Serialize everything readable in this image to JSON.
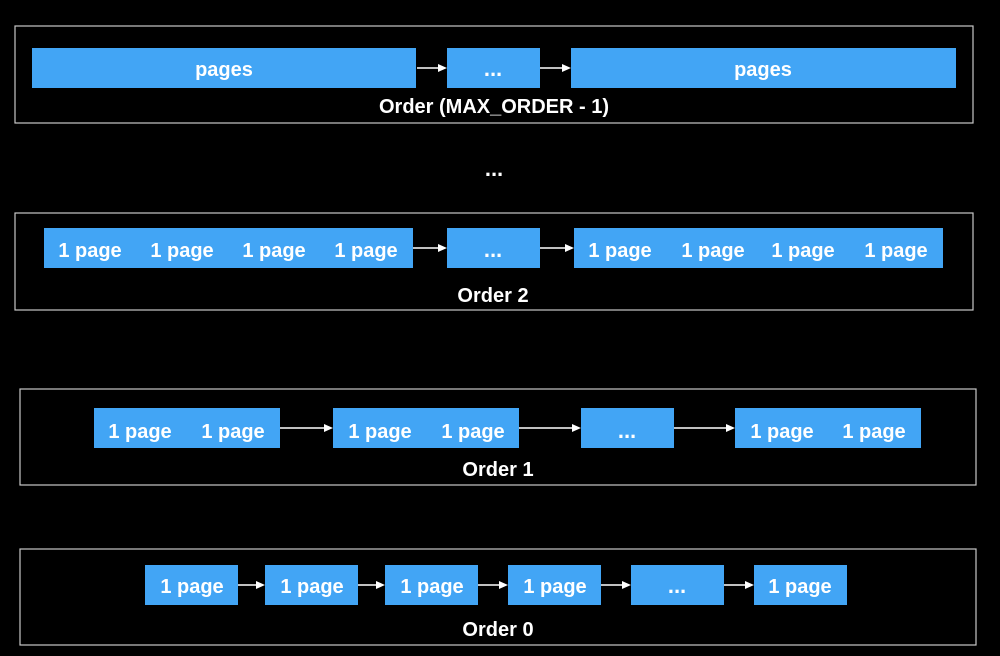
{
  "colors": {
    "background": "#000000",
    "block": "#42a5f5",
    "text": "#ffffff",
    "frame": "#c8c8c8"
  },
  "between_rows_label": "...",
  "rows": [
    {
      "order_label": "Order (MAX_ORDER - 1)",
      "blocks": [
        {
          "kind": "pages",
          "cells": [
            "pages"
          ]
        },
        {
          "kind": "ellipsis",
          "cells": [
            "..."
          ]
        },
        {
          "kind": "pages",
          "cells": [
            "pages"
          ]
        }
      ]
    },
    {
      "order_label": "Order 2",
      "blocks": [
        {
          "kind": "pages",
          "cells": [
            "1 page",
            "1 page",
            "1 page",
            "1 page"
          ]
        },
        {
          "kind": "ellipsis",
          "cells": [
            "..."
          ]
        },
        {
          "kind": "pages",
          "cells": [
            "1 page",
            "1 page",
            "1 page",
            "1 page"
          ]
        }
      ]
    },
    {
      "order_label": "Order 1",
      "blocks": [
        {
          "kind": "pages",
          "cells": [
            "1 page",
            "1 page"
          ]
        },
        {
          "kind": "pages",
          "cells": [
            "1 page",
            "1 page"
          ]
        },
        {
          "kind": "ellipsis",
          "cells": [
            "..."
          ]
        },
        {
          "kind": "pages",
          "cells": [
            "1 page",
            "1 page"
          ]
        }
      ]
    },
    {
      "order_label": "Order 0",
      "blocks": [
        {
          "kind": "pages",
          "cells": [
            "1 page"
          ]
        },
        {
          "kind": "pages",
          "cells": [
            "1 page"
          ]
        },
        {
          "kind": "pages",
          "cells": [
            "1 page"
          ]
        },
        {
          "kind": "pages",
          "cells": [
            "1 page"
          ]
        },
        {
          "kind": "ellipsis",
          "cells": [
            "..."
          ]
        },
        {
          "kind": "pages",
          "cells": [
            "1 page"
          ]
        }
      ]
    }
  ]
}
